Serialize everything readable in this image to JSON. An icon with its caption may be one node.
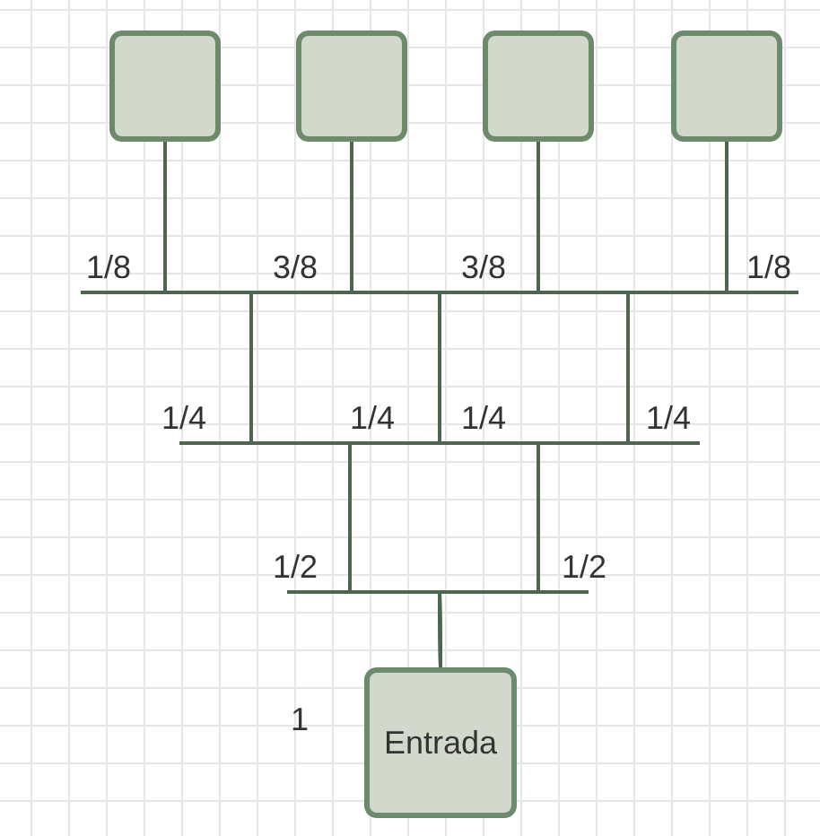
{
  "diagram": {
    "nodes": [
      {
        "text": [],
        "shape": "box"
      },
      {
        "text": [],
        "shape": "box"
      },
      {
        "text": [],
        "shape": "box"
      },
      {
        "text": [],
        "shape": "box"
      },
      {
        "text": [
          "Entrada"
        ]
      }
    ],
    "edges": [
      {
        "from": 4,
        "to": 0,
        "arrow": "none"
      },
      {
        "from": 4,
        "to": 1,
        "arrow": "none"
      },
      {
        "from": 4,
        "to": 2,
        "arrow": "none"
      },
      {
        "from": 4,
        "to": 3,
        "arrow": "none"
      }
    ],
    "labels": [
      "1/8",
      "3/8",
      "3/8",
      "1/8",
      "1/4",
      "1/4",
      "1/4",
      "1/4",
      "1/2",
      "1/2",
      "1"
    ]
  }
}
